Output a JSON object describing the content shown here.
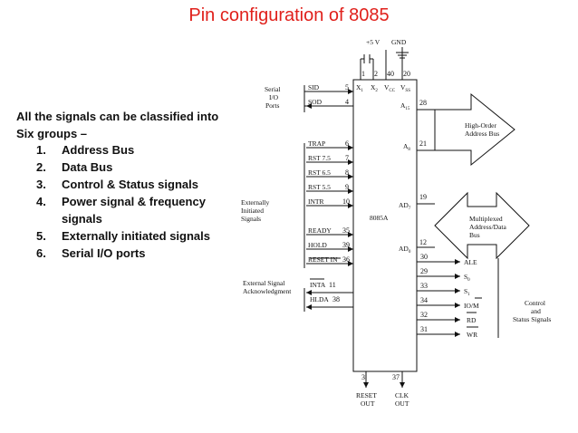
{
  "title": "Pin configuration of 8085",
  "intro": "All the signals can be classified into Six groups –",
  "groups": [
    {
      "num": "1.",
      "text": "Address Bus"
    },
    {
      "num": "2.",
      "text": "Data Bus"
    },
    {
      "num": "3.",
      "text": "Control & Status signals"
    },
    {
      "num": "4.",
      "text": "Power signal & frequency signals"
    },
    {
      "num": "5.",
      "text": "Externally initiated signals"
    },
    {
      "num": "6.",
      "text": "Serial I/O ports"
    }
  ],
  "diagram": {
    "chip": "8085A",
    "power": {
      "vcc": "+5 V",
      "gnd": "GND"
    },
    "top_pins": {
      "p1": "1",
      "p2": "2",
      "p40": "40",
      "p20": "20",
      "x1": "X",
      "x1_sub": "1",
      "x2": "X",
      "x2_sub": "2",
      "vcc": "V",
      "vcc_sub": "CC",
      "vss": "V",
      "vss_sub": "SS"
    },
    "serial": {
      "label1": "Serial",
      "label2": "I/O",
      "label3": "Ports",
      "sid": "SID",
      "sid_pin": "5",
      "sod": "SOD",
      "sod_pin": "4"
    },
    "interrupts": [
      {
        "name": "TRAP",
        "pin": "6"
      },
      {
        "name": "RST 7.5",
        "pin": "7"
      },
      {
        "name": "RST 6.5",
        "pin": "8"
      },
      {
        "name": "RST 5.5",
        "pin": "9"
      },
      {
        "name": "INTR",
        "pin": "10"
      }
    ],
    "ext_label": {
      "l1": "Externally",
      "l2": "Initiated",
      "l3": "Signals"
    },
    "ext_inputs": [
      {
        "name": "READY",
        "pin": "35"
      },
      {
        "name": "HOLD",
        "pin": "39"
      },
      {
        "name": "RESET IN",
        "pin": "36"
      }
    ],
    "ack_label": {
      "l1": "External Signal",
      "l2": "Acknowledgment"
    },
    "ack_outputs": [
      {
        "name": "INTA",
        "pin": "11"
      },
      {
        "name": "HLDA",
        "pin": "38"
      }
    ],
    "address": {
      "a15": "A",
      "a15_sub": "15",
      "a15_pin": "28",
      "a8": "A",
      "a8_sub": "8",
      "a8_pin": "21",
      "label1": "High-Order",
      "label2": "Address Bus"
    },
    "data": {
      "ad7": "AD",
      "ad7_sub": "7",
      "ad7_pin": "19",
      "ad0": "AD",
      "ad0_sub": "0",
      "ad0_pin": "12",
      "label1": "Multiplexed",
      "label2": "Address/Data",
      "label3": "Bus"
    },
    "control": [
      {
        "name": "ALE",
        "pin": "30"
      },
      {
        "name": "S",
        "sub": "0",
        "pin": "29"
      },
      {
        "name": "S",
        "sub": "1",
        "pin": "33"
      },
      {
        "name": "IO/M",
        "pin": "34"
      },
      {
        "name": "RD",
        "pin": "32"
      },
      {
        "name": "WR",
        "pin": "31"
      }
    ],
    "control_label": {
      "l1": "Control",
      "l2": "and",
      "l3": "Status Signals"
    },
    "bottom": {
      "reset_pin": "3",
      "clk_pin": "37",
      "reset1": "RESET",
      "reset2": "OUT",
      "clk1": "CLK",
      "clk2": "OUT"
    }
  }
}
